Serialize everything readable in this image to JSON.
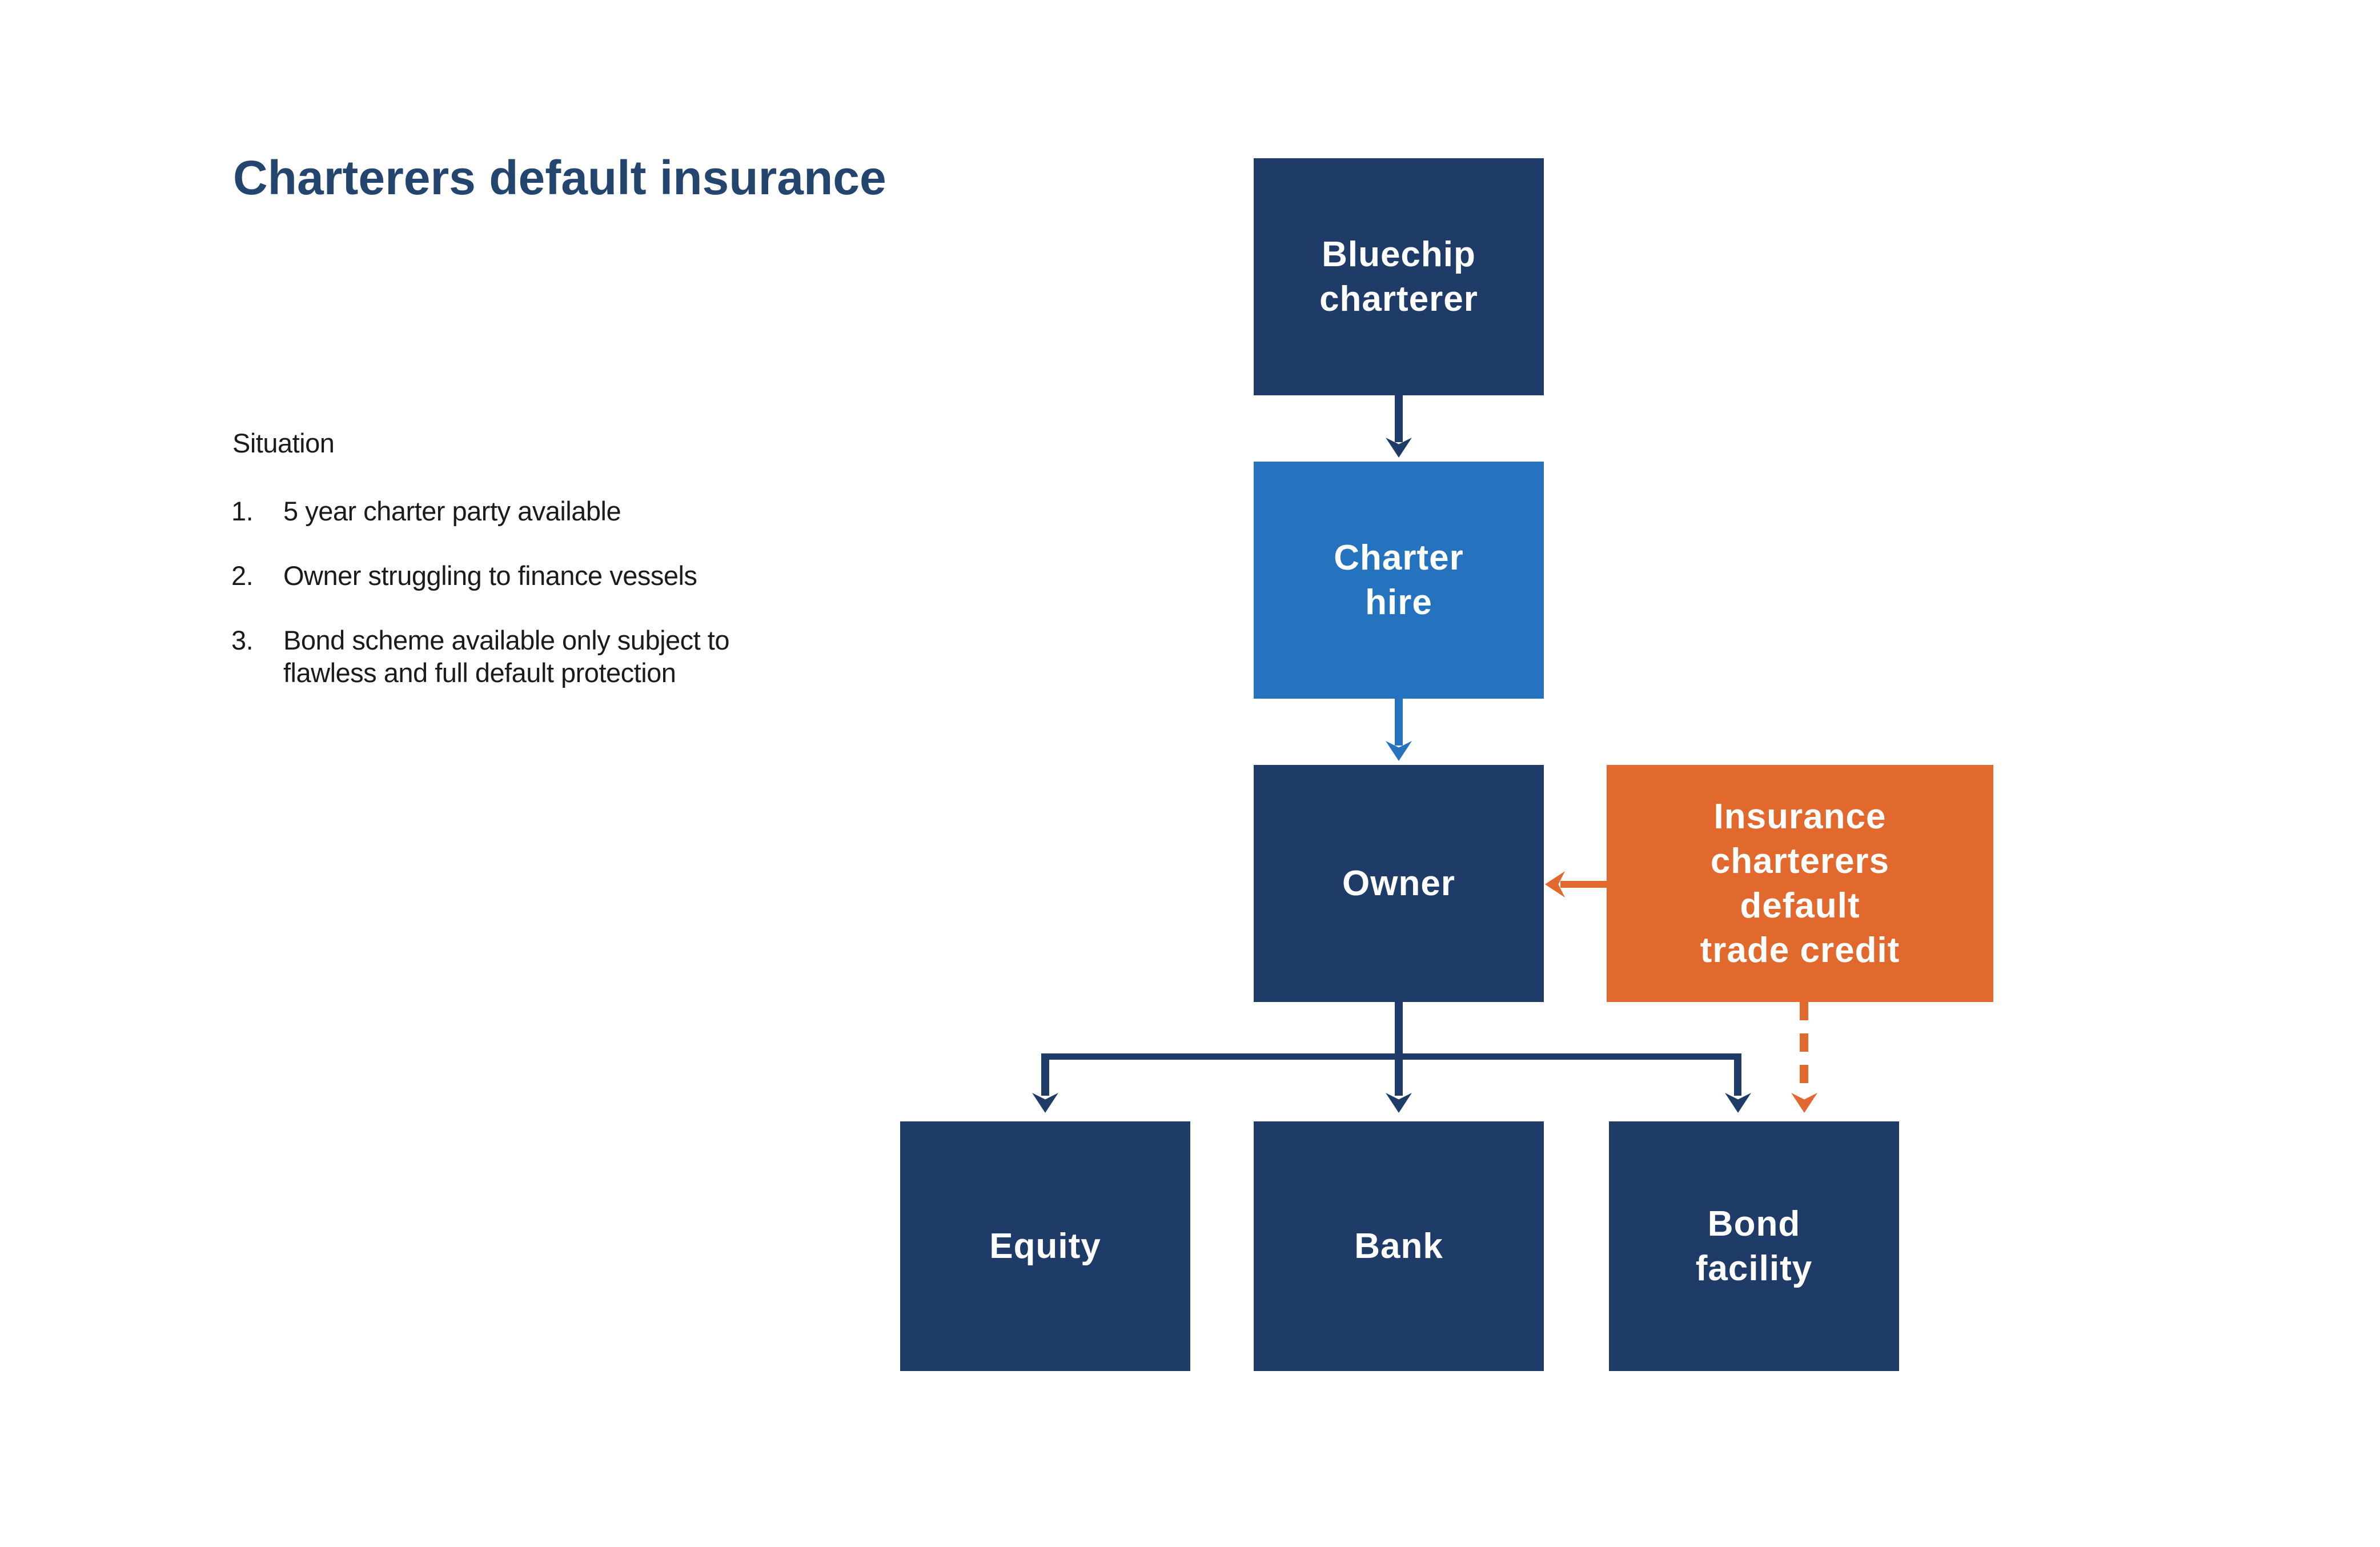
{
  "title": "Charterers default insurance",
  "situation": {
    "heading": "Situation",
    "items": [
      {
        "number": "1.",
        "text": "5 year charter party available"
      },
      {
        "number": "2.",
        "text": "Owner struggling to finance vessels"
      },
      {
        "number": "3.",
        "text": [
          "Bond scheme available only subject to",
          "flawless and full default protection"
        ]
      }
    ]
  },
  "nodes": {
    "bluechip_charterer": {
      "label": [
        "Bluechip",
        "charterer"
      ],
      "color": "navy"
    },
    "charter_hire": {
      "label": [
        "Charter",
        "hire"
      ],
      "color": "blue"
    },
    "owner": {
      "label": [
        "Owner"
      ],
      "color": "navy"
    },
    "insurance_charterers_default_trade_credit": {
      "label": [
        "Insurance",
        "charterers",
        "default",
        "trade credit"
      ],
      "color": "orange"
    },
    "equity": {
      "label": [
        "Equity"
      ],
      "color": "navy"
    },
    "bank": {
      "label": [
        "Bank"
      ],
      "color": "navy"
    },
    "bond_facility": {
      "label": [
        "Bond",
        "facility"
      ],
      "color": "navy"
    }
  },
  "edges": [
    {
      "from": "bluechip_charterer",
      "to": "charter_hire",
      "style": "solid",
      "color": "navy"
    },
    {
      "from": "charter_hire",
      "to": "owner",
      "style": "solid",
      "color": "blue"
    },
    {
      "from": "insurance_charterers_default_trade_credit",
      "to": "owner",
      "style": "solid",
      "color": "orange"
    },
    {
      "from": "owner",
      "to": "equity",
      "style": "solid",
      "color": "navy"
    },
    {
      "from": "owner",
      "to": "bank",
      "style": "solid",
      "color": "navy"
    },
    {
      "from": "owner",
      "to": "bond_facility",
      "style": "solid",
      "color": "navy"
    },
    {
      "from": "insurance_charterers_default_trade_credit",
      "to": "bond_facility",
      "style": "dashed",
      "color": "orange"
    }
  ],
  "colors": {
    "navy": "#1f3c69",
    "blue": "#2573bf",
    "orange": "#e2692e",
    "title": "#24466e",
    "text": "#1b1b1b",
    "background": "#ffffff"
  }
}
